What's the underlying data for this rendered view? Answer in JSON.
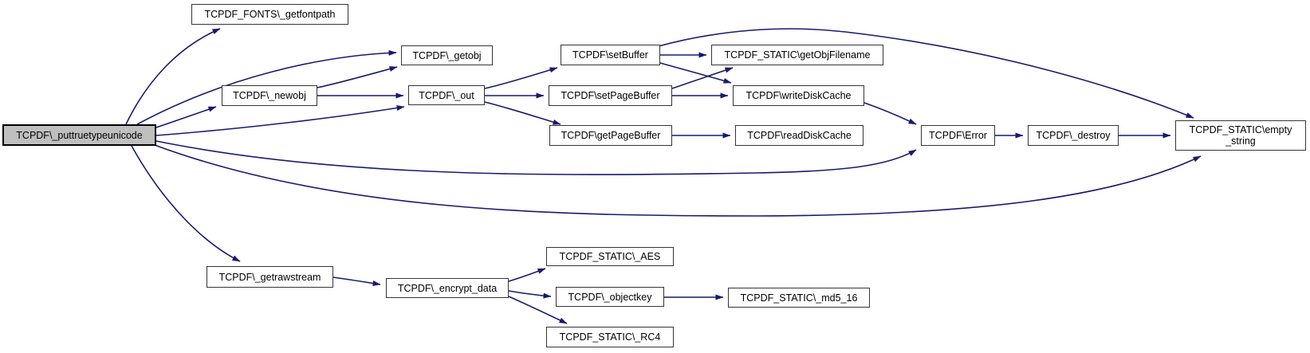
{
  "diagram": {
    "type": "call-graph",
    "colors": {
      "edge": "#191970",
      "node_fill": "#ffffff",
      "node_border": "#353535",
      "highlight_fill": "#bfbfbf",
      "highlight_border": "#000000",
      "text": "#000000"
    }
  },
  "nodes": [
    {
      "id": "puttruetypeunicode",
      "label": "TCPDF\\_puttruetypeunicode",
      "highlighted": true
    },
    {
      "id": "getfontpath",
      "label": "TCPDF_FONTS\\_getfontpath"
    },
    {
      "id": "getobj",
      "label": "TCPDF\\_getobj"
    },
    {
      "id": "newobj",
      "label": "TCPDF\\_newobj"
    },
    {
      "id": "out",
      "label": "TCPDF\\_out"
    },
    {
      "id": "setbuffer",
      "label": "TCPDF\\setBuffer"
    },
    {
      "id": "getobjfilename",
      "label": "TCPDF_STATIC\\getObjFilename"
    },
    {
      "id": "setpagebuffer",
      "label": "TCPDF\\setPageBuffer"
    },
    {
      "id": "writediskcache",
      "label": "TCPDF\\writeDiskCache"
    },
    {
      "id": "getpagebuffer",
      "label": "TCPDF\\getPageBuffer"
    },
    {
      "id": "readdiskcache",
      "label": "TCPDF\\readDiskCache"
    },
    {
      "id": "error",
      "label": "TCPDF\\Error"
    },
    {
      "id": "destroy",
      "label": "TCPDF\\_destroy"
    },
    {
      "id": "emptystring",
      "label": "TCPDF_STATIC\\empty\n_string"
    },
    {
      "id": "getrawstream",
      "label": "TCPDF\\_getrawstream"
    },
    {
      "id": "encryptdata",
      "label": "TCPDF\\_encrypt_data"
    },
    {
      "id": "aes",
      "label": "TCPDF_STATIC\\_AES"
    },
    {
      "id": "objectkey",
      "label": "TCPDF\\_objectkey"
    },
    {
      "id": "md516",
      "label": "TCPDF_STATIC\\_md5_16"
    },
    {
      "id": "rc4",
      "label": "TCPDF_STATIC\\_RC4"
    }
  ],
  "edges": [
    {
      "from": "puttruetypeunicode",
      "to": "getfontpath"
    },
    {
      "from": "puttruetypeunicode",
      "to": "getobj"
    },
    {
      "from": "puttruetypeunicode",
      "to": "newobj"
    },
    {
      "from": "puttruetypeunicode",
      "to": "out"
    },
    {
      "from": "puttruetypeunicode",
      "to": "error"
    },
    {
      "from": "puttruetypeunicode",
      "to": "emptystring"
    },
    {
      "from": "puttruetypeunicode",
      "to": "getrawstream"
    },
    {
      "from": "newobj",
      "to": "getobj"
    },
    {
      "from": "newobj",
      "to": "out"
    },
    {
      "from": "out",
      "to": "setbuffer"
    },
    {
      "from": "out",
      "to": "setpagebuffer"
    },
    {
      "from": "out",
      "to": "getpagebuffer"
    },
    {
      "from": "setbuffer",
      "to": "getobjfilename"
    },
    {
      "from": "setbuffer",
      "to": "writediskcache"
    },
    {
      "from": "setbuffer",
      "to": "emptystring"
    },
    {
      "from": "setpagebuffer",
      "to": "getobjfilename"
    },
    {
      "from": "setpagebuffer",
      "to": "writediskcache"
    },
    {
      "from": "getpagebuffer",
      "to": "readdiskcache"
    },
    {
      "from": "writediskcache",
      "to": "error"
    },
    {
      "from": "error",
      "to": "destroy"
    },
    {
      "from": "destroy",
      "to": "emptystring"
    },
    {
      "from": "getrawstream",
      "to": "encryptdata"
    },
    {
      "from": "encryptdata",
      "to": "aes"
    },
    {
      "from": "encryptdata",
      "to": "objectkey"
    },
    {
      "from": "encryptdata",
      "to": "rc4"
    },
    {
      "from": "objectkey",
      "to": "md516"
    }
  ]
}
